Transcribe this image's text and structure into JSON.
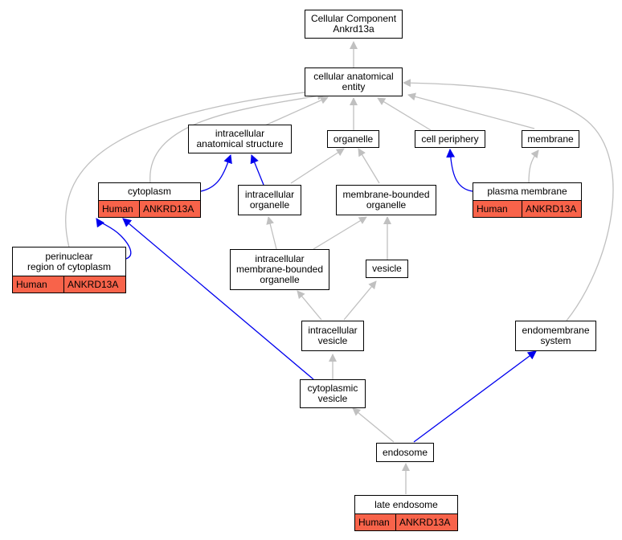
{
  "colors": {
    "annotation_bg": "#f8634a",
    "is_a_edge": "#c0c0c0",
    "part_of_edge": "#0000ee"
  },
  "nodes": {
    "root": {
      "lines": [
        "Cellular Component",
        "Ankrd13a"
      ]
    },
    "cae": {
      "lines": [
        "cellular anatomical",
        "entity"
      ]
    },
    "ias": {
      "lines": [
        "intracellular",
        "anatomical structure"
      ]
    },
    "organelle": {
      "lines": [
        "organelle"
      ]
    },
    "cellperiphery": {
      "lines": [
        "cell periphery"
      ]
    },
    "membrane": {
      "lines": [
        "membrane"
      ]
    },
    "cytoplasm": {
      "lines": [
        "cytoplasm"
      ],
      "annotation": [
        "Human",
        "ANKRD13A"
      ]
    },
    "io": {
      "lines": [
        "intracellular",
        "organelle"
      ]
    },
    "mbo": {
      "lines": [
        "membrane-bounded",
        "organelle"
      ]
    },
    "pm": {
      "lines": [
        "plasma membrane"
      ],
      "annotation": [
        "Human",
        "ANKRD13A"
      ]
    },
    "perinuc": {
      "lines": [
        "perinuclear",
        "region of cytoplasm"
      ],
      "annotation": [
        "Human",
        "ANKRD13A"
      ]
    },
    "imbo": {
      "lines": [
        "intracellular",
        "membrane-bounded",
        "organelle"
      ]
    },
    "vesicle": {
      "lines": [
        "vesicle"
      ]
    },
    "iv": {
      "lines": [
        "intracellular",
        "vesicle"
      ]
    },
    "ems": {
      "lines": [
        "endomembrane",
        "system"
      ]
    },
    "cv": {
      "lines": [
        "cytoplasmic",
        "vesicle"
      ]
    },
    "endosome": {
      "lines": [
        "endosome"
      ]
    },
    "late": {
      "lines": [
        "late endosome"
      ],
      "annotation": [
        "Human",
        "ANKRD13A"
      ]
    }
  }
}
